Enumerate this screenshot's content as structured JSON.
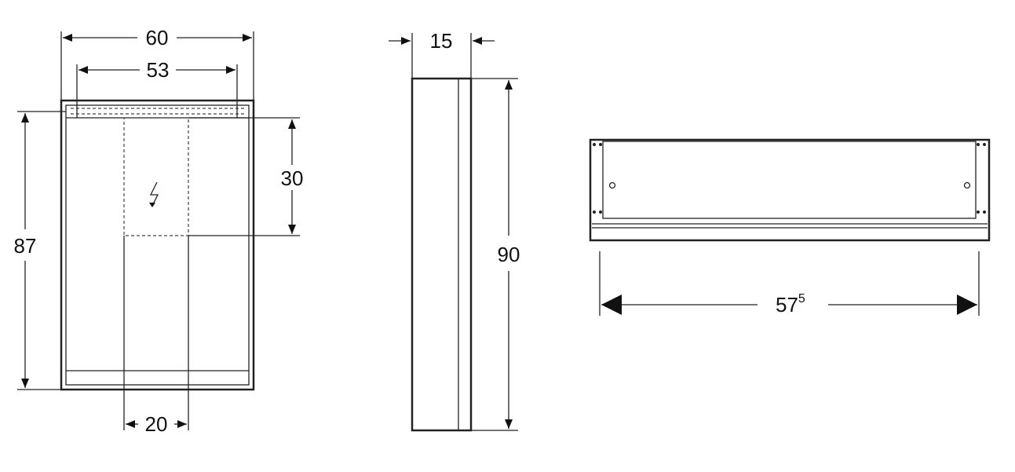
{
  "front_view": {
    "width_outer": "60",
    "width_inner": "53",
    "height": "87",
    "socket_height": "30",
    "socket_width": "20",
    "icon": "electrical-lightning-icon"
  },
  "side_view": {
    "depth": "15",
    "height": "90"
  },
  "top_view": {
    "width": "57",
    "width_superscript": "5"
  },
  "colors": {
    "line": "#222222",
    "background": "#ffffff"
  }
}
